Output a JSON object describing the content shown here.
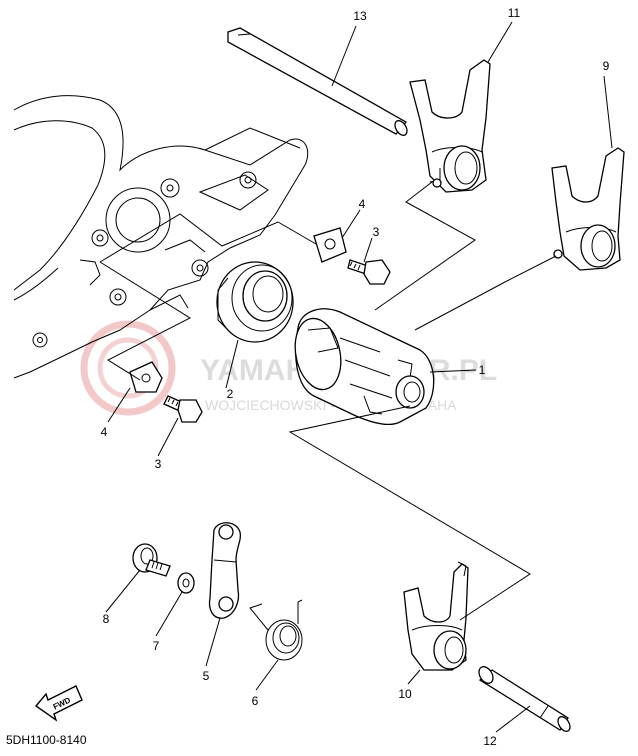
{
  "diagram": {
    "doc_code": "5DH1100-8140",
    "fwd_label": "FWD",
    "watermark": {
      "title": "YAMAHAHAFLER.PL",
      "subtitle": "WOJCIECHOWSKI - DEALER YAMAHA"
    },
    "callouts": [
      {
        "id": "1",
        "part": "shift-drum"
      },
      {
        "id": "2",
        "part": "bearing"
      },
      {
        "id": "3",
        "part": "bolt-upper"
      },
      {
        "id": "3",
        "part": "bolt-lower"
      },
      {
        "id": "4",
        "part": "plate-upper"
      },
      {
        "id": "4",
        "part": "plate-lower"
      },
      {
        "id": "5",
        "part": "shift-lever"
      },
      {
        "id": "6",
        "part": "spring"
      },
      {
        "id": "7",
        "part": "washer"
      },
      {
        "id": "8",
        "part": "stopper-bolt"
      },
      {
        "id": "9",
        "part": "shift-fork-9"
      },
      {
        "id": "10",
        "part": "shift-fork-10"
      },
      {
        "id": "11",
        "part": "shift-fork-11"
      },
      {
        "id": "12",
        "part": "guide-bar-short"
      },
      {
        "id": "13",
        "part": "guide-bar-long"
      }
    ]
  }
}
